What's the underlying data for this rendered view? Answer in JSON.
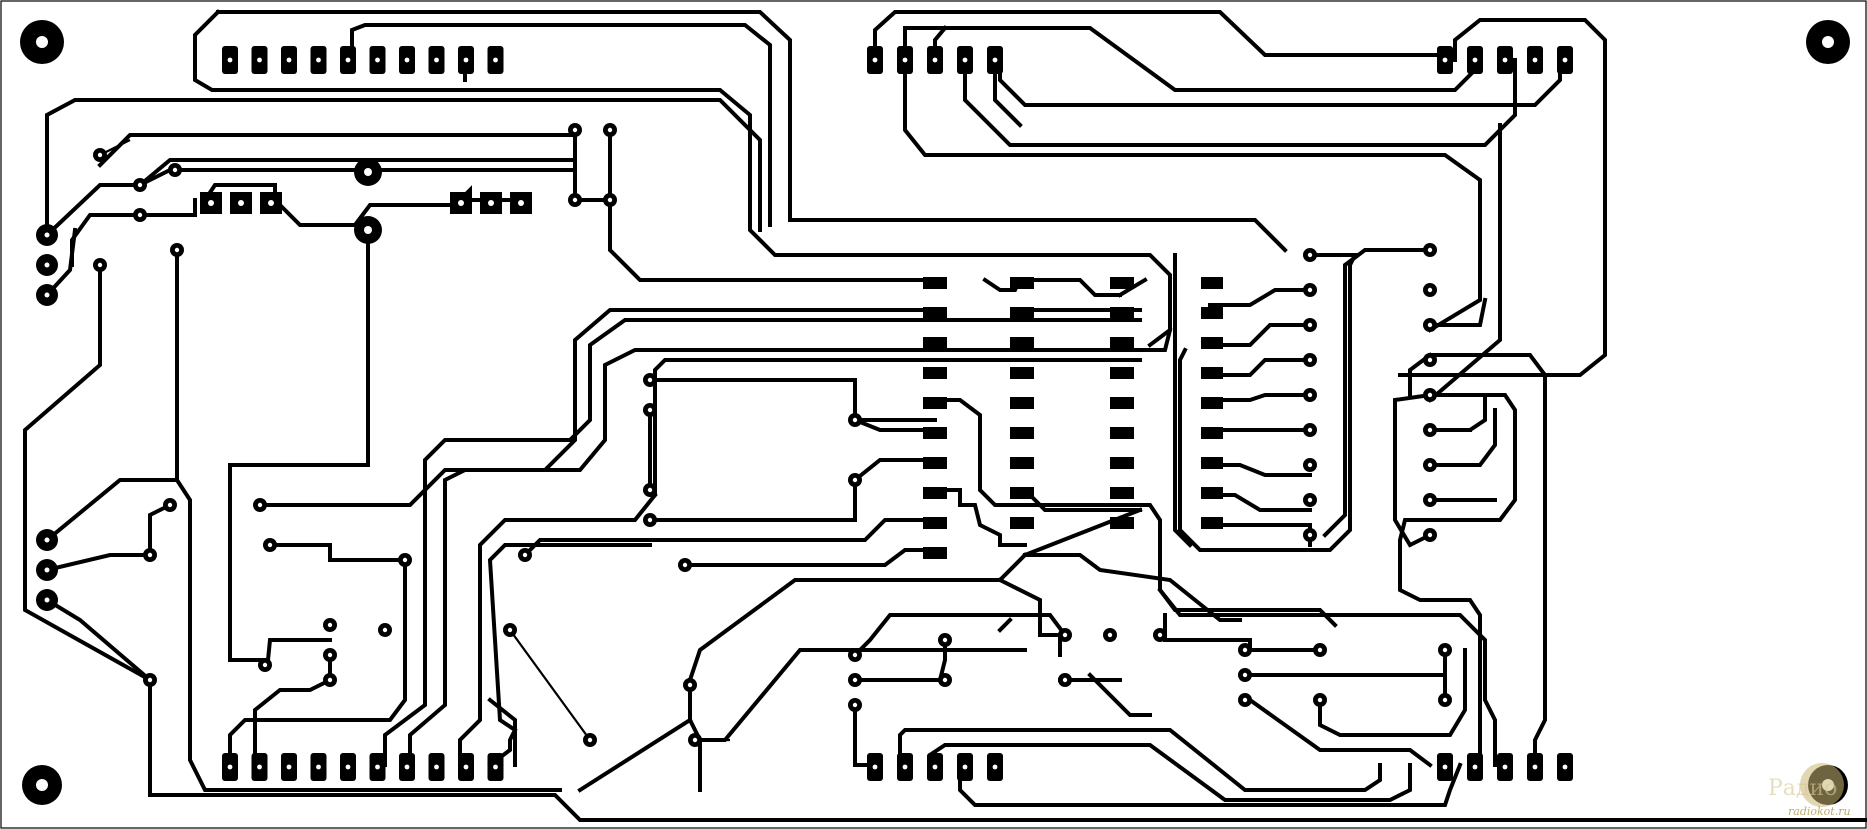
{
  "board": {
    "name": "",
    "colors": {
      "copper": "#000000",
      "substrate": "#ffffff",
      "drill": "#ffffff",
      "watermark": "#c9b673"
    }
  },
  "watermark": {
    "text": "radiokot.ru",
    "logo_text": "Радио"
  },
  "connectors": {
    "top_left": {
      "pin_count": 10
    },
    "top_mid": {
      "pin_count": 5
    },
    "top_right": {
      "pin_count": 5
    },
    "bottom_left": {
      "pin_count": 10
    },
    "bottom_mid": {
      "pin_count": 5
    },
    "bottom_right": {
      "pin_count": 5
    }
  },
  "ic_chips": [
    {
      "id": "U1",
      "pins_per_side": 10
    },
    {
      "id": "U2",
      "pins_per_side": 9
    },
    {
      "id": "U3",
      "pins_per_side": 9
    }
  ]
}
